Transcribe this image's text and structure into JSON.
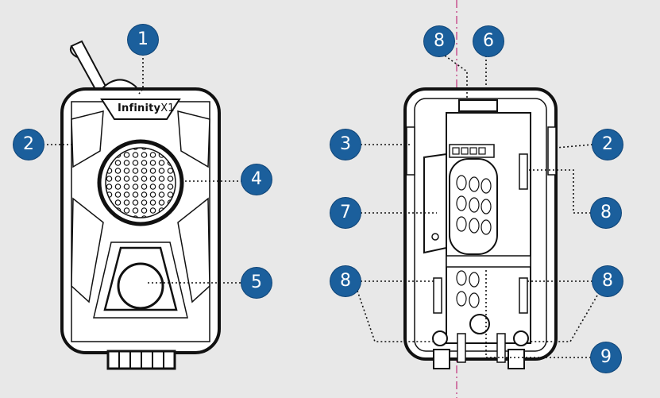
{
  "brand": {
    "name": "Infinity",
    "model": "X1"
  },
  "colors": {
    "callout_fill": "#1b5f9c",
    "center_line": "#c0307a",
    "background": "#e8e8e8"
  },
  "callouts": {
    "front_1": "1",
    "front_2": "2",
    "front_4": "4",
    "front_5": "5",
    "back_8_top": "8",
    "back_6": "6",
    "back_3": "3",
    "back_2": "2",
    "back_8_right_upper": "8",
    "back_7": "7",
    "back_8_left": "8",
    "back_8_right_lower": "8",
    "back_9": "9"
  }
}
